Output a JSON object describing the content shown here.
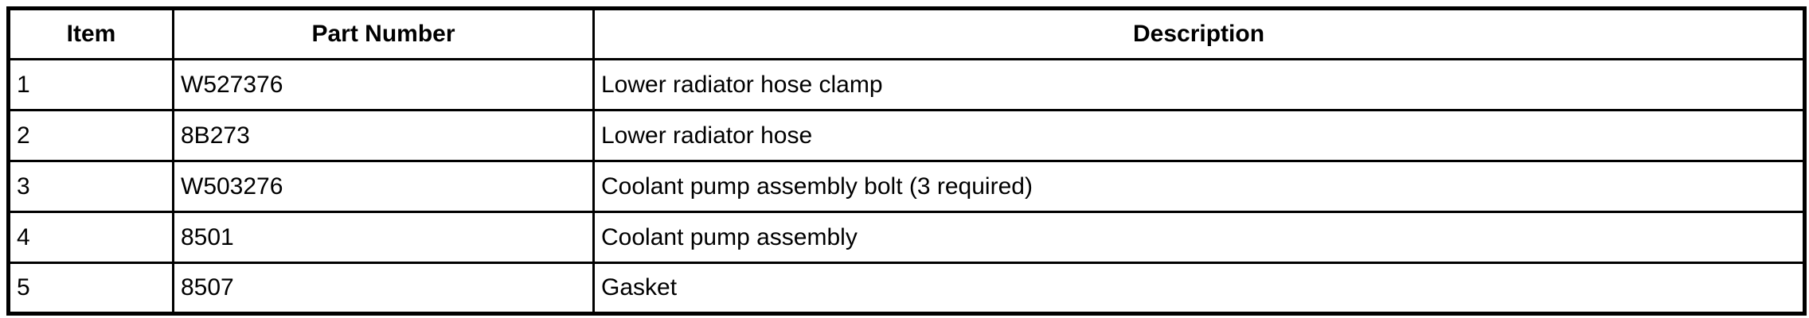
{
  "table": {
    "border_color": "#000000",
    "background_color": "#ffffff",
    "columns": [
      {
        "label": "Item"
      },
      {
        "label": "Part Number"
      },
      {
        "label": "Description"
      }
    ],
    "rows": [
      {
        "item": "1",
        "part_number": "W527376",
        "description": "Lower radiator hose clamp"
      },
      {
        "item": "2",
        "part_number": "8B273",
        "description": "Lower radiator hose"
      },
      {
        "item": "3",
        "part_number": "W503276",
        "description": "Coolant pump assembly bolt (3 required)"
      },
      {
        "item": "4",
        "part_number": "8501",
        "description": "Coolant pump assembly"
      },
      {
        "item": "5",
        "part_number": "8507",
        "description": "Gasket"
      }
    ]
  }
}
